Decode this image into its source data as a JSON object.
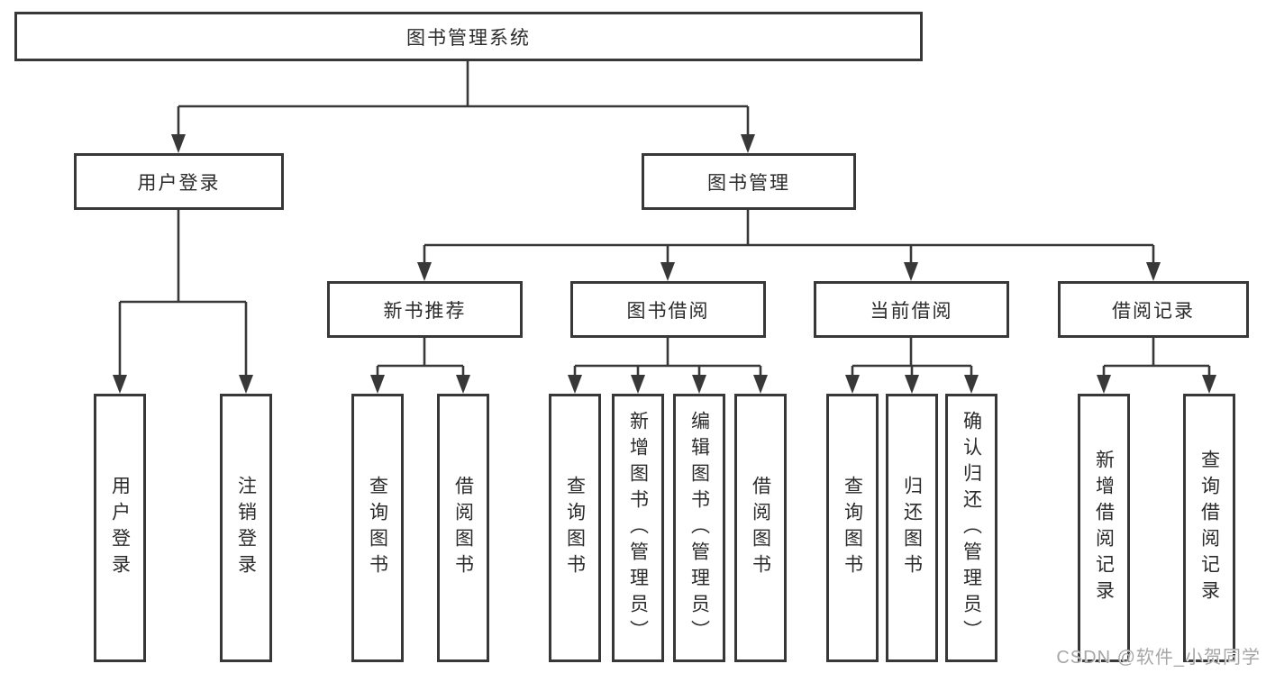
{
  "diagram": {
    "root": {
      "label": "图书管理系统"
    },
    "level2": [
      {
        "label": "用户登录"
      },
      {
        "label": "图书管理"
      }
    ],
    "level3": [
      {
        "label": "新书推荐"
      },
      {
        "label": "图书借阅"
      },
      {
        "label": "当前借阅"
      },
      {
        "label": "借阅记录"
      }
    ],
    "leaves": {
      "user_login_children": [
        "用户登录",
        "注销登录"
      ],
      "new_book_children": [
        "查询图书",
        "借阅图书"
      ],
      "book_borrow_children": [
        "查询图书",
        "新增图书（管理员）",
        "编辑图书（管理员）",
        "借阅图书"
      ],
      "current_borrow_children": [
        "查询图书",
        "归还图书",
        "确认归还（管理员）"
      ],
      "borrow_record_children": [
        "新增借阅记录",
        "查询借阅记录"
      ]
    }
  },
  "watermark": {
    "text": "CSDN @软件_小贺同学"
  },
  "colors": {
    "line": "#383838",
    "text": "#2b2b2b",
    "watermark": "#a6a6a6",
    "background": "#ffffff"
  }
}
